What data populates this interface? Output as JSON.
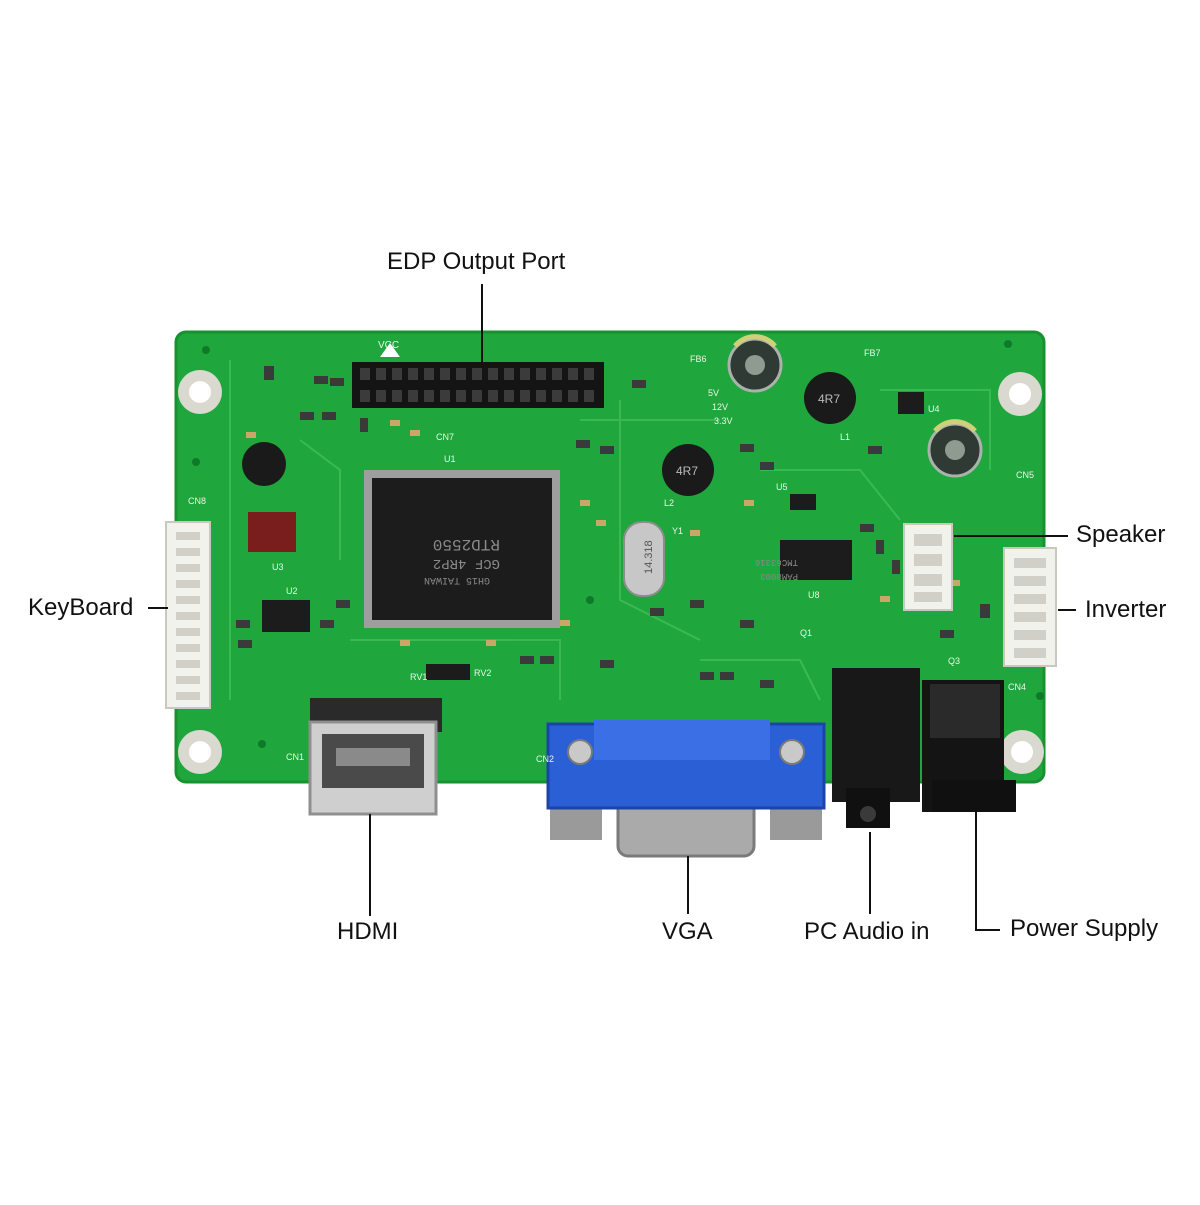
{
  "labels": {
    "edp_output_port": "EDP Output Port",
    "keyboard": "KeyBoard",
    "speaker": "Speaker",
    "inverter": "Inverter",
    "hdmi": "HDMI",
    "vga": "VGA",
    "pc_audio_in": "PC Audio in",
    "power_supply": "Power Supply"
  },
  "silkscreen": {
    "vcc": "VCC",
    "cn7": "CN7",
    "cn8": "CN8",
    "cn1": "CN1",
    "cn2": "CN2",
    "cn4": "CN4",
    "cn5": "CN5",
    "u1": "U1",
    "u2": "U2",
    "u3": "U3",
    "u4": "U4",
    "u5": "U5",
    "u8": "U8",
    "y1": "Y1",
    "l1": "L1",
    "l2": "L2",
    "q1": "Q1",
    "q3": "Q3",
    "rv1": "RV1",
    "rv2": "RV2",
    "fb7": "FB7",
    "fb6": "FB6",
    "volt_5v": "5V",
    "volt_12v": "12V",
    "volt_3v3": "3.3V",
    "inductor_1": "4R7",
    "inductor_2": "4R7",
    "main_chip_line1": "RTD2550",
    "main_chip_line2": "GCF 4RP2",
    "main_chip_line3": "GH15 TAIWAN",
    "crystal": "14.318",
    "audio_chip_line1": "TMC63316",
    "audio_chip_line2": "PAM8003"
  },
  "colors": {
    "pcb": "#1fa63c",
    "pcb_edge": "#17922f",
    "vga_blue": "#2a5fd6",
    "metal": "#bdbdbd",
    "chip": "#1c1c1c",
    "connector_white": "#f2f2ec"
  }
}
